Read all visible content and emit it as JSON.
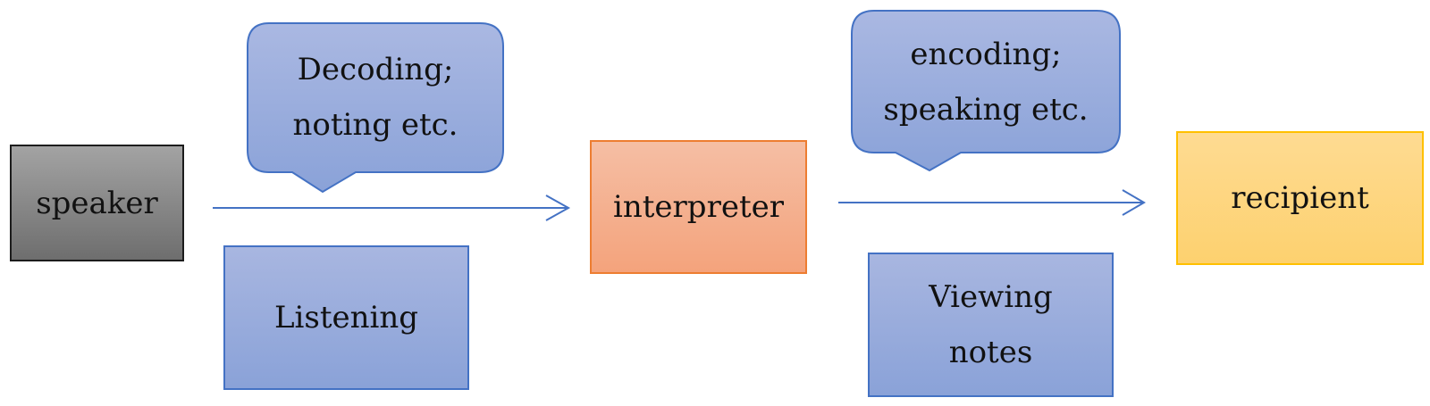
{
  "nodes": {
    "speaker": "speaker",
    "interpreter": "interpreter",
    "recipient": "recipient"
  },
  "notes": {
    "listening": "Listening",
    "viewing_line1": "Viewing",
    "viewing_line2": "notes"
  },
  "callouts": {
    "decoding_line1": "Decoding;",
    "decoding_line2": "noting etc.",
    "encoding_line1": "encoding;",
    "encoding_line2": "speaking etc."
  },
  "colors": {
    "speaker": "#7f7f7f",
    "interpreter": "#f4b183",
    "recipient": "#ffd966",
    "blue_shape": "#8faadc",
    "blue_border": "#4472c4",
    "arrow": "#4472c4"
  }
}
